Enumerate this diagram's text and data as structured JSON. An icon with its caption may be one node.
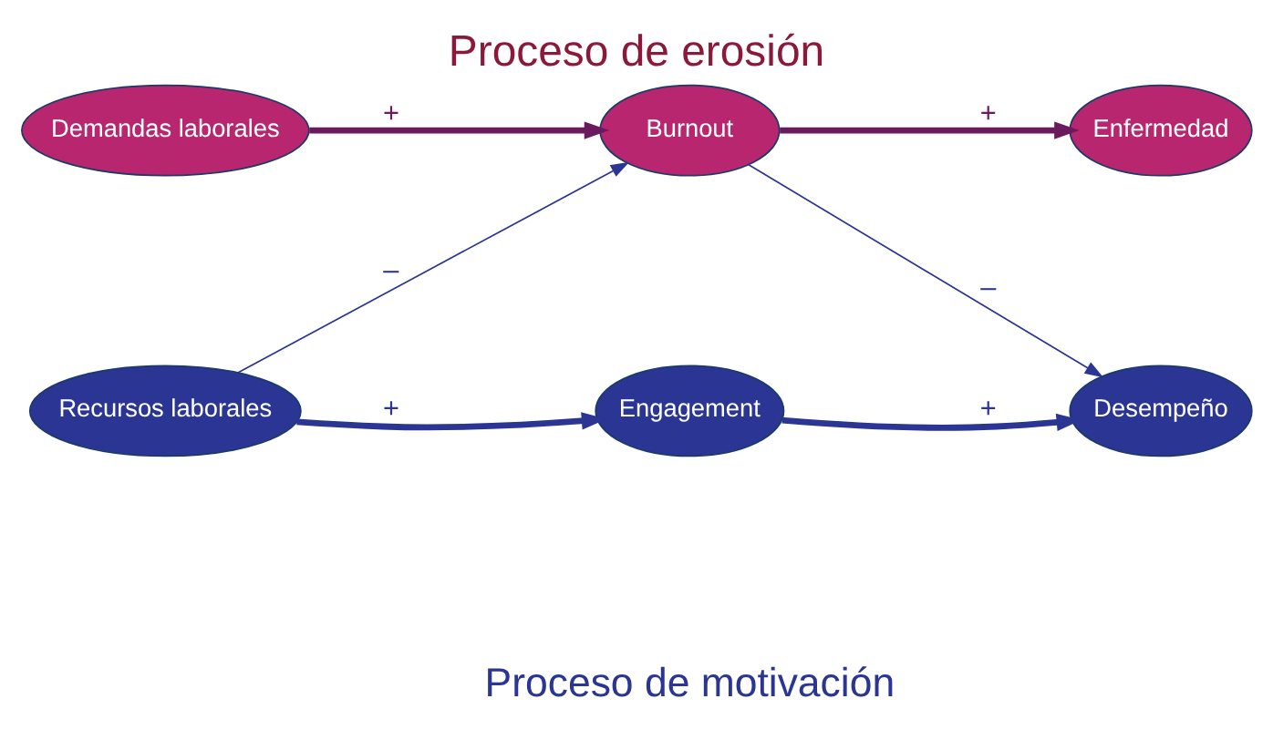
{
  "diagram": {
    "title": "Proceso de erosión",
    "caption": "Proceso de motivación",
    "nodes": [
      {
        "text": [
          "Demandas laborales"
        ]
      },
      {
        "text": [
          "Burnout"
        ]
      },
      {
        "text": [
          "Enfermedad"
        ]
      },
      {
        "text": [
          "Recursos laborales"
        ]
      },
      {
        "text": [
          "Engagement"
        ]
      },
      {
        "text": [
          "Desempeño"
        ]
      }
    ],
    "edges": [
      {
        "from": 0,
        "to": 1,
        "arrow": "to",
        "label": "+",
        "color": "#6a1b5e"
      },
      {
        "from": 1,
        "to": 2,
        "arrow": "to",
        "label": "+",
        "color": "#6a1b5e"
      },
      {
        "from": 3,
        "to": 1,
        "arrow": "to",
        "label": "–"
      },
      {
        "from": 1,
        "to": 5,
        "arrow": "to",
        "label": "–"
      },
      {
        "from": 3,
        "to": 4,
        "arrow": "to",
        "label": "+"
      },
      {
        "from": 4,
        "to": 5,
        "arrow": "to",
        "label": "+"
      }
    ]
  }
}
